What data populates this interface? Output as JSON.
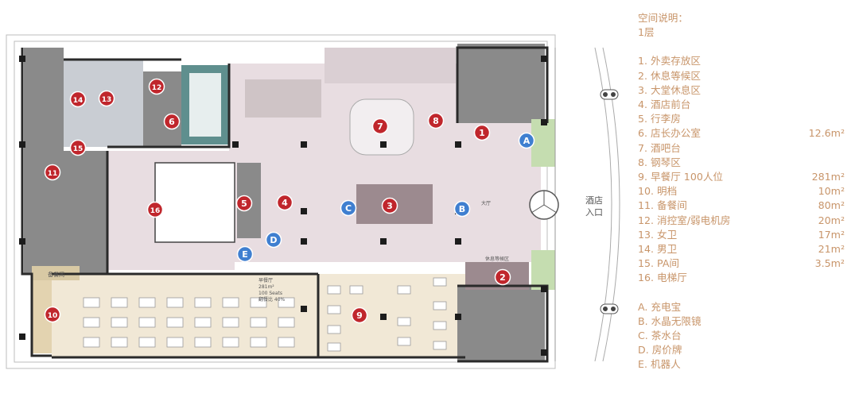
{
  "legend": {
    "title": "空间说明：",
    "floor": "1层",
    "items": [
      {
        "label": "1. 外卖存放区",
        "area": ""
      },
      {
        "label": "2. 休息等候区",
        "area": ""
      },
      {
        "label": "3. 大堂休息区",
        "area": ""
      },
      {
        "label": "4. 酒店前台",
        "area": ""
      },
      {
        "label": "5. 行李房",
        "area": ""
      },
      {
        "label": "6. 店长办公室",
        "area": "12.6m²"
      },
      {
        "label": "7. 酒吧台",
        "area": ""
      },
      {
        "label": "8. 钢琴区",
        "area": ""
      },
      {
        "label": "9. 早餐厅 100人位",
        "area": "281m²"
      },
      {
        "label": "10. 明档",
        "area": "10m²"
      },
      {
        "label": "11. 备餐间",
        "area": "80m²"
      },
      {
        "label": "12. 消控室/弱电机房",
        "area": "20m²"
      },
      {
        "label": "13. 女卫",
        "area": "17m²"
      },
      {
        "label": "14. 男卫",
        "area": "21m²"
      },
      {
        "label": "15. PA间",
        "area": "3.5m²"
      },
      {
        "label": "16. 电梯厅",
        "area": ""
      }
    ],
    "items_b": [
      {
        "label": "A. 充电宝"
      },
      {
        "label": "B. 水晶无限镜"
      },
      {
        "label": "C. 茶水台"
      },
      {
        "label": "D. 房价牌"
      },
      {
        "label": "E. 机器人"
      }
    ]
  },
  "plan": {
    "entrance_label_1": "酒店",
    "entrance_label_2": "入口",
    "label_prep": "备餐间",
    "label_lobby": "大厅",
    "label_wait": "休息等候区",
    "label_bf_1": "早餐厅",
    "label_bf_2": "281m²",
    "label_bf_3": "100 Seats",
    "label_bf_4": "翻餐比 40%",
    "markers_red": [
      {
        "n": "1"
      },
      {
        "n": "2"
      },
      {
        "n": "3"
      },
      {
        "n": "4"
      },
      {
        "n": "5"
      },
      {
        "n": "6"
      },
      {
        "n": "7"
      },
      {
        "n": "8"
      },
      {
        "n": "9"
      },
      {
        "n": "10"
      },
      {
        "n": "11"
      },
      {
        "n": "12"
      },
      {
        "n": "13"
      },
      {
        "n": "14"
      },
      {
        "n": "15"
      },
      {
        "n": "16"
      }
    ],
    "markers_blue": [
      {
        "n": "A"
      },
      {
        "n": "B"
      },
      {
        "n": "C"
      },
      {
        "n": "D"
      },
      {
        "n": "E"
      }
    ],
    "colors": {
      "red_marker": "#c0262c",
      "blue_marker": "#3f7fd0",
      "lobby_floor": "#e8dde1",
      "breakfast_floor": "#f1e8d6",
      "dark_zone": "#8a8a8a",
      "office_teal": "#5f8f8e",
      "legend_text": "#c8956a"
    }
  }
}
